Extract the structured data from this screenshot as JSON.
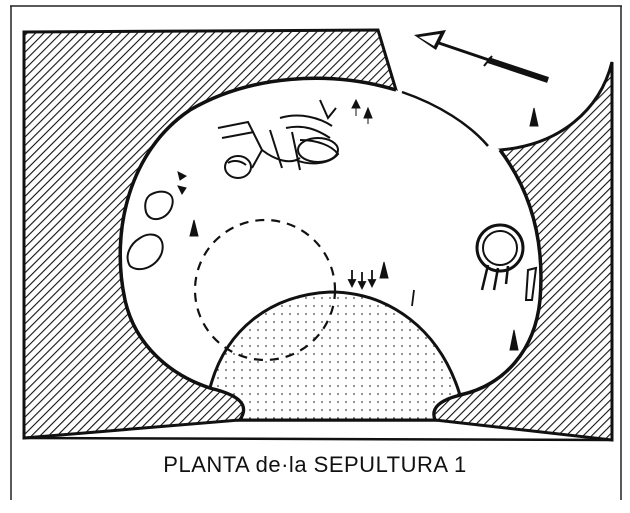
{
  "figure": {
    "caption": "PLANTA de·la SEPULTURA 1"
  },
  "colors": {
    "ink": "#111111",
    "paper": "#ffffff",
    "rock_hatch": "#111111"
  },
  "elements": {
    "north_arrow": "north-arrow-icon",
    "skeleton": "skeleton-burial",
    "pit": "circular-pit",
    "dotted_area": "dotted-sediment-area",
    "stone_ring": "stone-ring"
  }
}
